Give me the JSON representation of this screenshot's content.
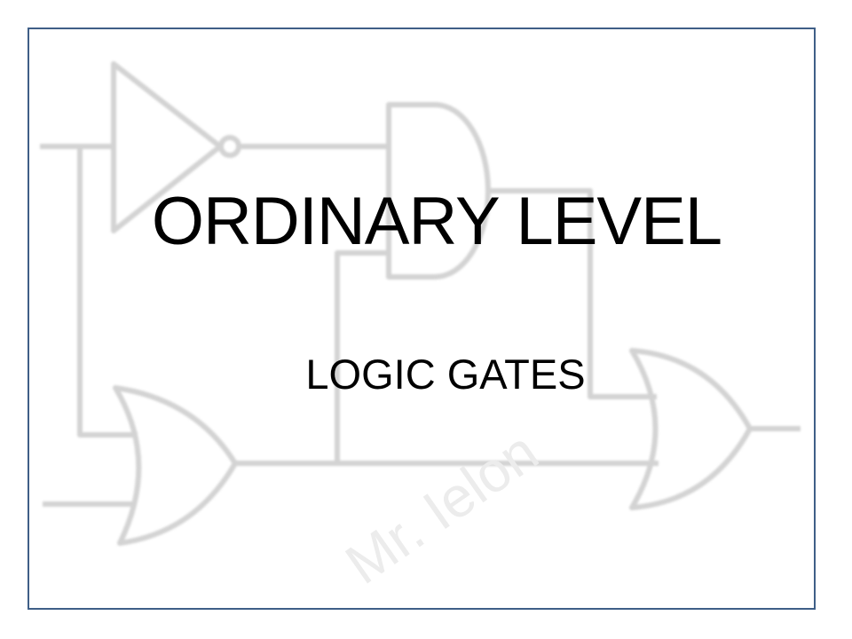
{
  "slide": {
    "title": "ORDINARY LEVEL",
    "subtitle": "LOGIC GATES",
    "watermark": "Mr. Ielon",
    "border_color": "#3f5f87",
    "circuit_color": "#d3d3d3"
  }
}
